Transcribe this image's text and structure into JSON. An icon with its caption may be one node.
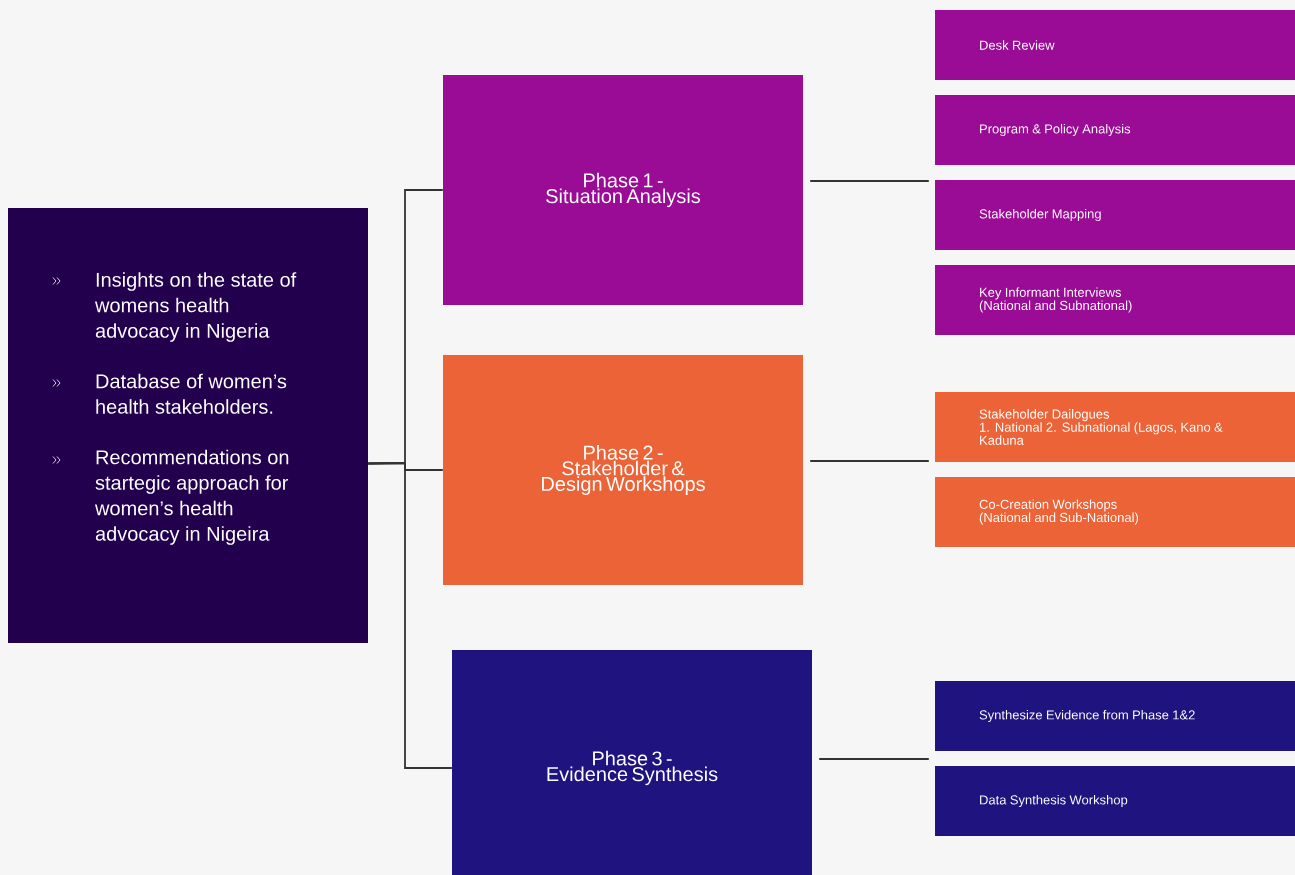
{
  "diagram": {
    "nodes": [
      {
        "text": [
          "Insights on the state of womens health advocacy in Nigeria",
          "Database of women’s health stakeholders.",
          "Recommendations on startegic approach for women’s health advocacy in Nigeira"
        ]
      },
      {
        "text": [
          "Phase 1 -",
          "Situation Analysis"
        ]
      },
      {
        "text": [
          "Phase 2 -",
          "Stakeholder & Design Workshops"
        ]
      },
      {
        "text": [
          "Phase 3 -",
          "Evidence Synthesis"
        ]
      },
      {
        "text": [
          "Desk Review"
        ]
      },
      {
        "text": [
          "Program & Policy Analysis"
        ]
      },
      {
        "text": [
          "Stakeholder Mapping"
        ]
      },
      {
        "text": [
          "Key Informant Interviews",
          "(National and Subnational)"
        ]
      },
      {
        "text": [
          "Stakeholder Dailogues",
          "1. National 2. Subnational (Lagos, Kano & Kaduna"
        ]
      },
      {
        "text": [
          "Co-Creation Workshops",
          "(National and Sub-National)"
        ]
      },
      {
        "text": [
          "Synthesize Evidence from Phase 1&2"
        ]
      },
      {
        "text": [
          "Data Synthesis Workshop"
        ]
      }
    ],
    "edges": [
      {
        "from": 0,
        "to": 1,
        "arrow": "none"
      },
      {
        "from": 0,
        "to": 2,
        "arrow": "none"
      },
      {
        "from": 0,
        "to": 3,
        "arrow": "none"
      },
      {
        "from": 1,
        "to": 6,
        "arrow": "none"
      },
      {
        "from": 2,
        "to": 8,
        "arrow": "none"
      },
      {
        "from": 3,
        "to": 11,
        "arrow": "none"
      }
    ]
  }
}
